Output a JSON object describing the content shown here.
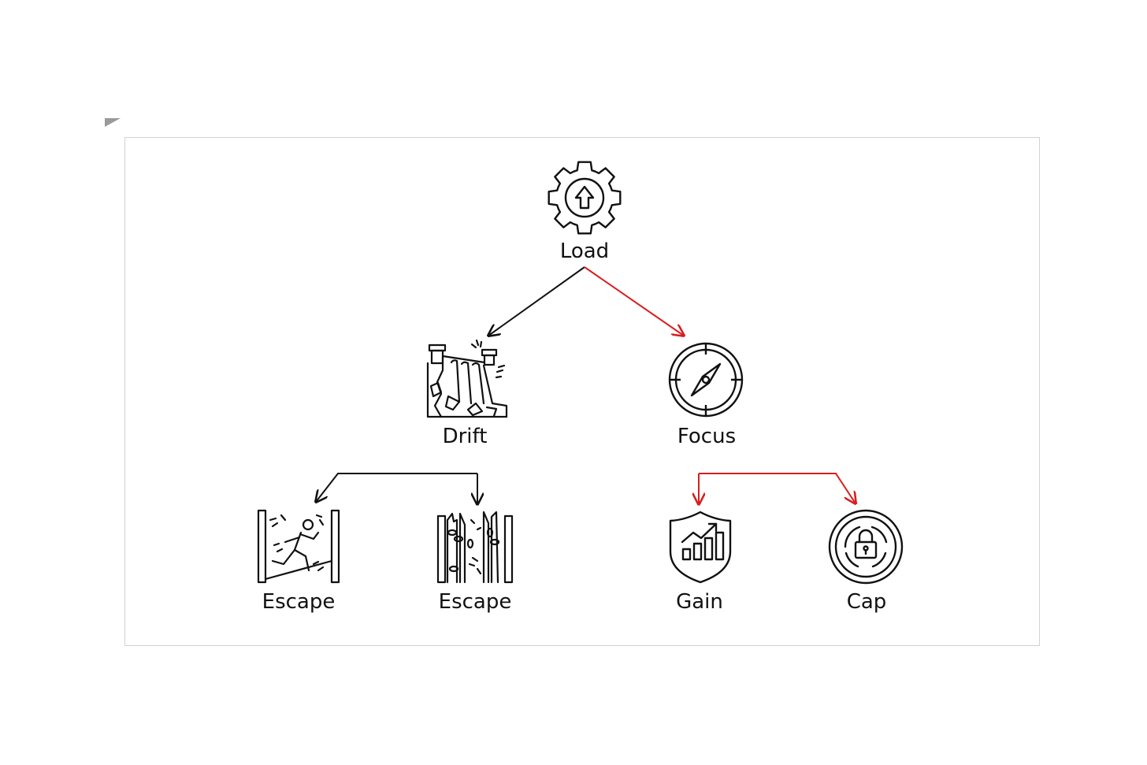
{
  "nodes": {
    "load": {
      "label": "Load",
      "icon": "gear-upload-icon"
    },
    "drift": {
      "label": "Drift",
      "icon": "broken-dam-icon"
    },
    "focus": {
      "label": "Focus",
      "icon": "compass-icon"
    },
    "escape1": {
      "label": "Escape",
      "icon": "person-escaping-walls-icon"
    },
    "escape2": {
      "label": "Escape",
      "icon": "broken-chain-bars-icon"
    },
    "gain": {
      "label": "Gain",
      "icon": "shield-growth-chart-icon"
    },
    "cap": {
      "label": "Cap",
      "icon": "padlock-dial-icon"
    }
  },
  "edges": [
    {
      "from": "Load",
      "to": "Drift",
      "color": "#111111"
    },
    {
      "from": "Load",
      "to": "Focus",
      "color": "#d81e1e"
    },
    {
      "from": "Drift",
      "to": "Escape",
      "color": "#111111"
    },
    {
      "from": "Drift",
      "to": "Escape",
      "color": "#111111"
    },
    {
      "from": "Focus",
      "to": "Gain",
      "color": "#d81e1e"
    },
    {
      "from": "Focus",
      "to": "Cap",
      "color": "#d81e1e"
    }
  ],
  "colors": {
    "primary": "#111111",
    "highlight": "#d81e1e",
    "frame_border": "#d2d2d2"
  }
}
